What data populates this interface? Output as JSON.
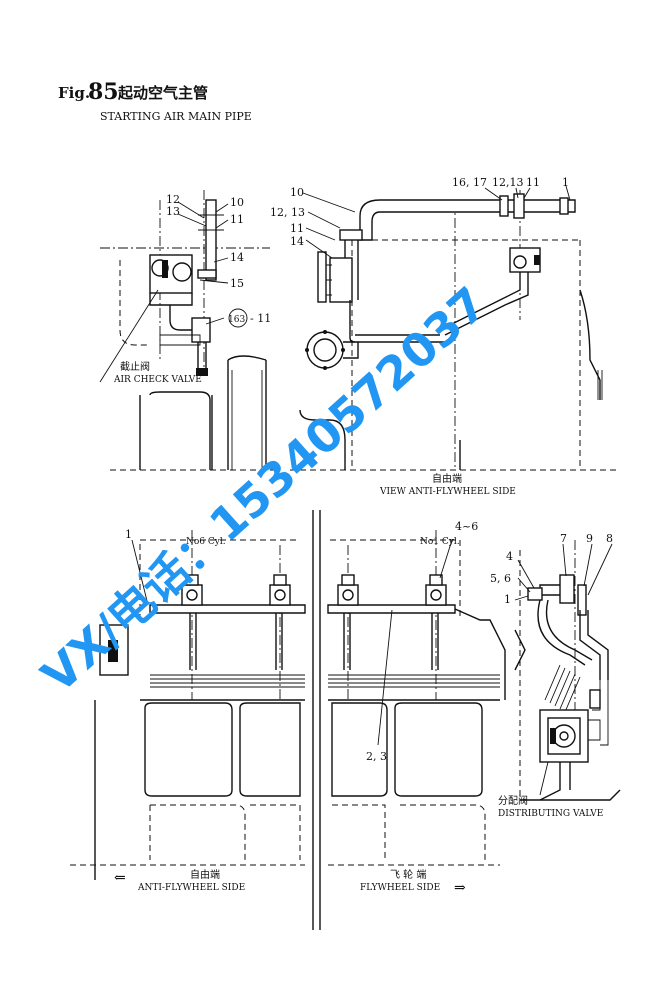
{
  "header": {
    "fig_prefix": "Fig.",
    "fig_number": "85",
    "title_cn": "起动空气主管",
    "title_en": "STARTING AIR MAIN PIPE"
  },
  "top_left_view": {
    "callouts": [
      "12",
      "13",
      "10",
      "11",
      "14",
      "15",
      "11"
    ],
    "ref_circle": "163",
    "ref_suffix": "- 11",
    "valve_label_cn": "截止阀",
    "valve_label_en": "AIR CHECK VALVE"
  },
  "top_right_view": {
    "callouts_left": [
      "10",
      "12, 13",
      "11",
      "14"
    ],
    "callouts_top": [
      "16, 17",
      "12,13",
      "11",
      "1"
    ],
    "view_label_cn": "自由端",
    "view_label_en": "VIEW  ANTI-FLYWHEEL SIDE"
  },
  "bottom_view": {
    "callout_1": "1",
    "cyl_left": "No6 Cyl.",
    "cyl_right": "No1 Cyl.",
    "callout_4_6": "4~6",
    "callout_2_3": "2, 3",
    "left_side_cn": "自由端",
    "left_side_en": "ANTI-FLYWHEEL SIDE",
    "right_side_cn": "飞 轮 端",
    "right_side_en": "FLYWHEEL SIDE",
    "arrow_left": "⇐",
    "arrow_right": "⇒"
  },
  "bottom_right_view": {
    "callouts": [
      "7",
      "9",
      "8",
      "4",
      "5, 6",
      "1"
    ],
    "valve_label_cn": "分配阀",
    "valve_label_en": "DISTRIBUTING  VALVE"
  },
  "watermark": {
    "text": "VX/电话：15340572037",
    "color": "#2196f3"
  }
}
